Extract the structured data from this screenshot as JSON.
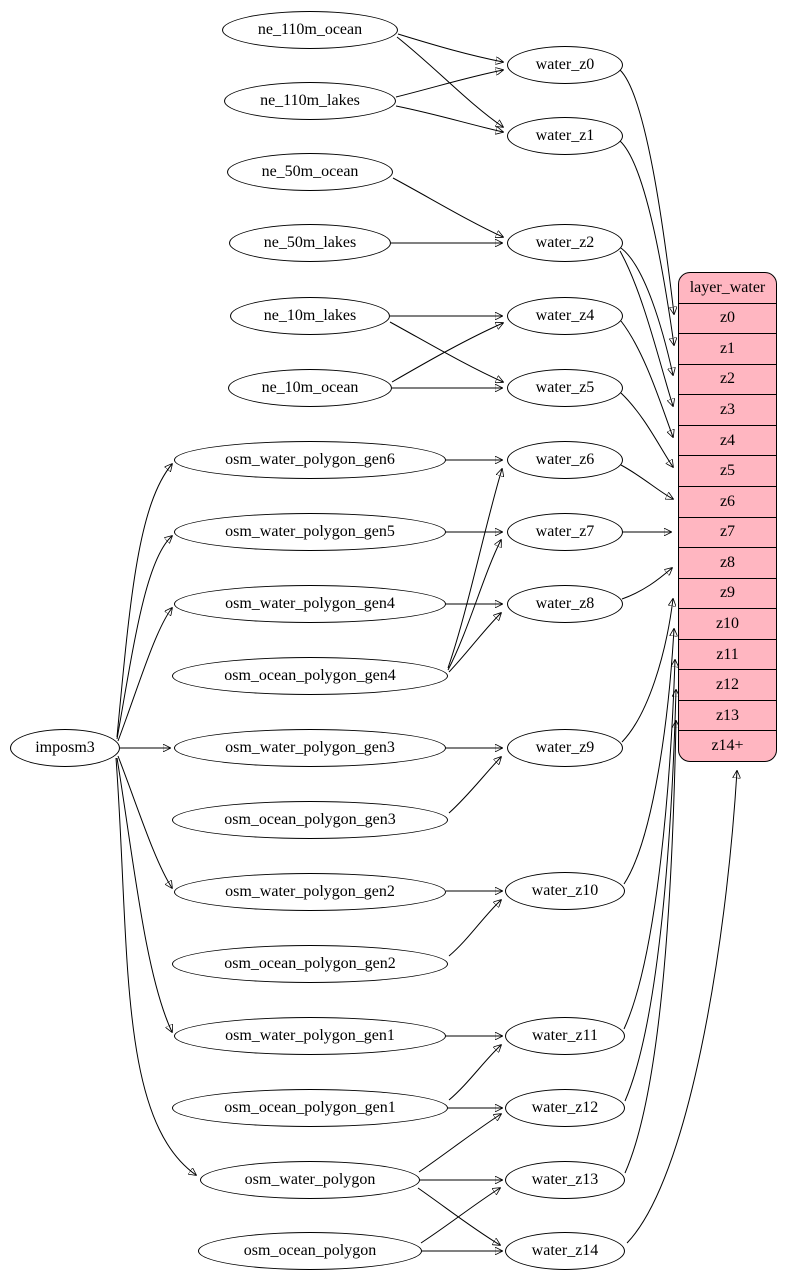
{
  "colors": {
    "background": "#ffffff",
    "node_fill": "#ffffff",
    "record_fill": "#ffb6c1",
    "stroke": "#000000"
  },
  "nodes": {
    "imposm3": "imposm3",
    "ne_110m_ocean": "ne_110m_ocean",
    "ne_110m_lakes": "ne_110m_lakes",
    "ne_50m_ocean": "ne_50m_ocean",
    "ne_50m_lakes": "ne_50m_lakes",
    "ne_10m_lakes": "ne_10m_lakes",
    "ne_10m_ocean": "ne_10m_ocean",
    "osm_water_polygon_gen6": "osm_water_polygon_gen6",
    "osm_water_polygon_gen5": "osm_water_polygon_gen5",
    "osm_water_polygon_gen4": "osm_water_polygon_gen4",
    "osm_ocean_polygon_gen4": "osm_ocean_polygon_gen4",
    "osm_water_polygon_gen3": "osm_water_polygon_gen3",
    "osm_ocean_polygon_gen3": "osm_ocean_polygon_gen3",
    "osm_water_polygon_gen2": "osm_water_polygon_gen2",
    "osm_ocean_polygon_gen2": "osm_ocean_polygon_gen2",
    "osm_water_polygon_gen1": "osm_water_polygon_gen1",
    "osm_ocean_polygon_gen1": "osm_ocean_polygon_gen1",
    "osm_water_polygon": "osm_water_polygon",
    "osm_ocean_polygon": "osm_ocean_polygon",
    "water_z0": "water_z0",
    "water_z1": "water_z1",
    "water_z2": "water_z2",
    "water_z4": "water_z4",
    "water_z5": "water_z5",
    "water_z6": "water_z6",
    "water_z7": "water_z7",
    "water_z8": "water_z8",
    "water_z9": "water_z9",
    "water_z10": "water_z10",
    "water_z11": "water_z11",
    "water_z12": "water_z12",
    "water_z13": "water_z13",
    "water_z14": "water_z14"
  },
  "record": {
    "title": "layer_water",
    "rows": [
      "z0",
      "z1",
      "z2",
      "z3",
      "z4",
      "z5",
      "z6",
      "z7",
      "z8",
      "z9",
      "z10",
      "z11",
      "z12",
      "z13",
      "z14+"
    ]
  },
  "edges": [
    [
      "imposm3",
      "osm_water_polygon_gen6"
    ],
    [
      "imposm3",
      "osm_water_polygon_gen5"
    ],
    [
      "imposm3",
      "osm_water_polygon_gen4"
    ],
    [
      "imposm3",
      "osm_water_polygon_gen3"
    ],
    [
      "imposm3",
      "osm_water_polygon_gen2"
    ],
    [
      "imposm3",
      "osm_water_polygon_gen1"
    ],
    [
      "imposm3",
      "osm_water_polygon"
    ],
    [
      "ne_110m_ocean",
      "water_z0"
    ],
    [
      "ne_110m_ocean",
      "water_z1"
    ],
    [
      "ne_110m_lakes",
      "water_z0"
    ],
    [
      "ne_110m_lakes",
      "water_z1"
    ],
    [
      "ne_50m_ocean",
      "water_z2"
    ],
    [
      "ne_50m_lakes",
      "water_z2"
    ],
    [
      "ne_10m_lakes",
      "water_z4"
    ],
    [
      "ne_10m_lakes",
      "water_z5"
    ],
    [
      "ne_10m_ocean",
      "water_z4"
    ],
    [
      "ne_10m_ocean",
      "water_z5"
    ],
    [
      "osm_water_polygon_gen6",
      "water_z6"
    ],
    [
      "osm_water_polygon_gen5",
      "water_z7"
    ],
    [
      "osm_water_polygon_gen4",
      "water_z8"
    ],
    [
      "osm_ocean_polygon_gen4",
      "water_z6"
    ],
    [
      "osm_ocean_polygon_gen4",
      "water_z7"
    ],
    [
      "osm_ocean_polygon_gen4",
      "water_z8"
    ],
    [
      "osm_water_polygon_gen3",
      "water_z9"
    ],
    [
      "osm_ocean_polygon_gen3",
      "water_z9"
    ],
    [
      "osm_water_polygon_gen2",
      "water_z10"
    ],
    [
      "osm_ocean_polygon_gen2",
      "water_z10"
    ],
    [
      "osm_water_polygon_gen1",
      "water_z11"
    ],
    [
      "osm_ocean_polygon_gen1",
      "water_z11"
    ],
    [
      "osm_ocean_polygon_gen1",
      "water_z12"
    ],
    [
      "osm_water_polygon",
      "water_z12"
    ],
    [
      "osm_water_polygon",
      "water_z13"
    ],
    [
      "osm_water_polygon",
      "water_z14"
    ],
    [
      "osm_ocean_polygon",
      "water_z13"
    ],
    [
      "osm_ocean_polygon",
      "water_z14"
    ],
    [
      "water_z0",
      "layer_water.z0"
    ],
    [
      "water_z1",
      "layer_water.z1"
    ],
    [
      "water_z2",
      "layer_water.z2"
    ],
    [
      "water_z2",
      "layer_water.z3"
    ],
    [
      "water_z4",
      "layer_water.z4"
    ],
    [
      "water_z5",
      "layer_water.z5"
    ],
    [
      "water_z6",
      "layer_water.z6"
    ],
    [
      "water_z7",
      "layer_water.z7"
    ],
    [
      "water_z8",
      "layer_water.z8"
    ],
    [
      "water_z9",
      "layer_water.z9"
    ],
    [
      "water_z10",
      "layer_water.z10"
    ],
    [
      "water_z11",
      "layer_water.z11"
    ],
    [
      "water_z12",
      "layer_water.z12"
    ],
    [
      "water_z13",
      "layer_water.z13"
    ],
    [
      "water_z14",
      "layer_water.z14+"
    ]
  ]
}
